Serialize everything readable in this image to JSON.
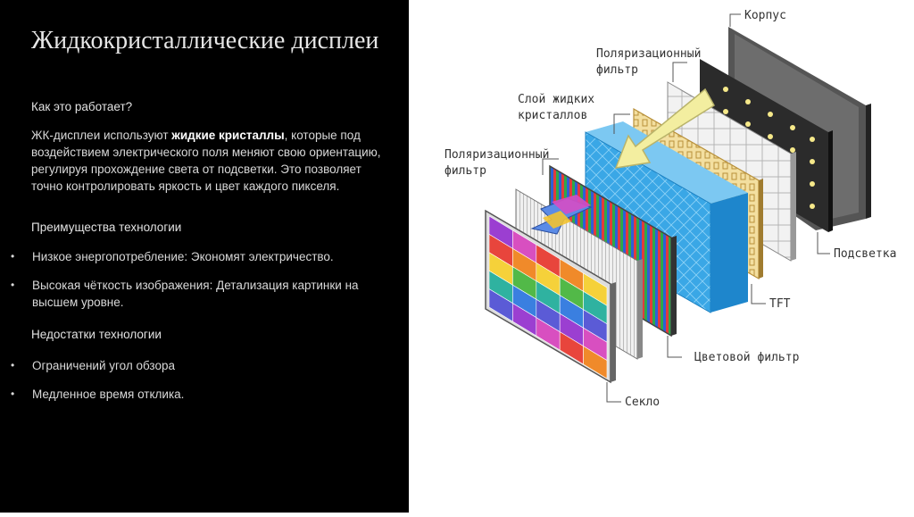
{
  "slide": {
    "title": "Жидкокристаллические дисплеи",
    "how_heading": "Как это работает?",
    "how_text_before": "ЖК-дисплеи используют ",
    "how_text_bold": "жидкие кристаллы",
    "how_text_after": ", которые под воздействием электрического поля меняют свою ориентацию, регулируя прохождение света от подсветки. Это позволяет точно контролировать яркость и цвет каждого пикселя.",
    "advantages_heading": "Преимущества технологии",
    "advantages": [
      "Низкое энергопотребление: Экономят электричество.",
      "Высокая чёткость изображения: Детализация картинки на высшем уровне."
    ],
    "disadvantages_heading": "Недостатки технологии",
    "disadvantages": [
      "Ограничений угол обзора",
      "Медленное время отклика."
    ],
    "bullet_symbol": "•"
  },
  "diagram": {
    "labels": {
      "korpus": "Корпус",
      "polar_top_1": "Поляризационный",
      "polar_top_2": "фильтр",
      "lc_1": "Слой жидких",
      "lc_2": "кристаллов",
      "polar_mid_1": "Поляризационный",
      "polar_mid_2": "фильтр",
      "backlight": "Подсветка",
      "tft": "TFT",
      "color_filter": "Цветовой фильтр",
      "glass": "Секло"
    }
  }
}
